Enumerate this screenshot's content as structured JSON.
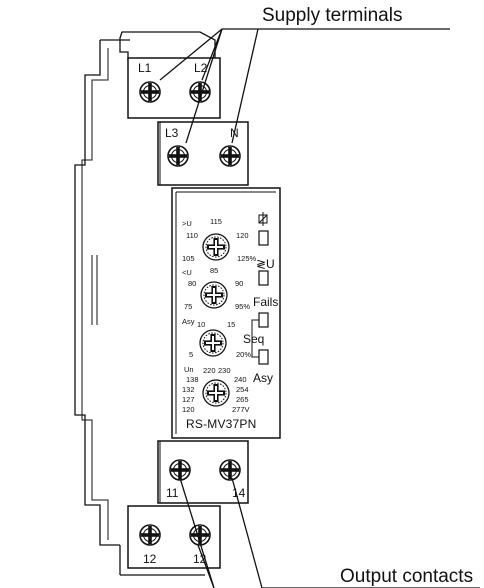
{
  "callouts": {
    "supply": "Supply terminals",
    "output": "Output contacts"
  },
  "terminals": {
    "top_row1": [
      "L1",
      "L2"
    ],
    "top_row2": [
      "L3",
      "N"
    ],
    "bottom_row1": [
      "11",
      "14"
    ],
    "bottom_row2": [
      "12",
      "12"
    ]
  },
  "dials": {
    "overvoltage": {
      "label": ">U",
      "scale": [
        "110",
        "115",
        "120",
        "105",
        "125%"
      ]
    },
    "undervoltage": {
      "label": "<U",
      "scale": [
        "80",
        "85",
        "90",
        "75",
        "95%"
      ]
    },
    "asymmetry": {
      "label": "Asy",
      "scale": [
        "10",
        "15",
        "5",
        "20%"
      ]
    },
    "nominal": {
      "label": "Un",
      "scale": [
        "220",
        "230",
        "138",
        "240",
        "132",
        "254",
        "127",
        "265",
        "120",
        "277V"
      ]
    }
  },
  "indicators": {
    "relay_icon": "relay-icon",
    "voltage": "≷U",
    "fails": "Fails",
    "seq": "Seq",
    "asy": "Asy"
  },
  "model": "RS-MV37PN"
}
